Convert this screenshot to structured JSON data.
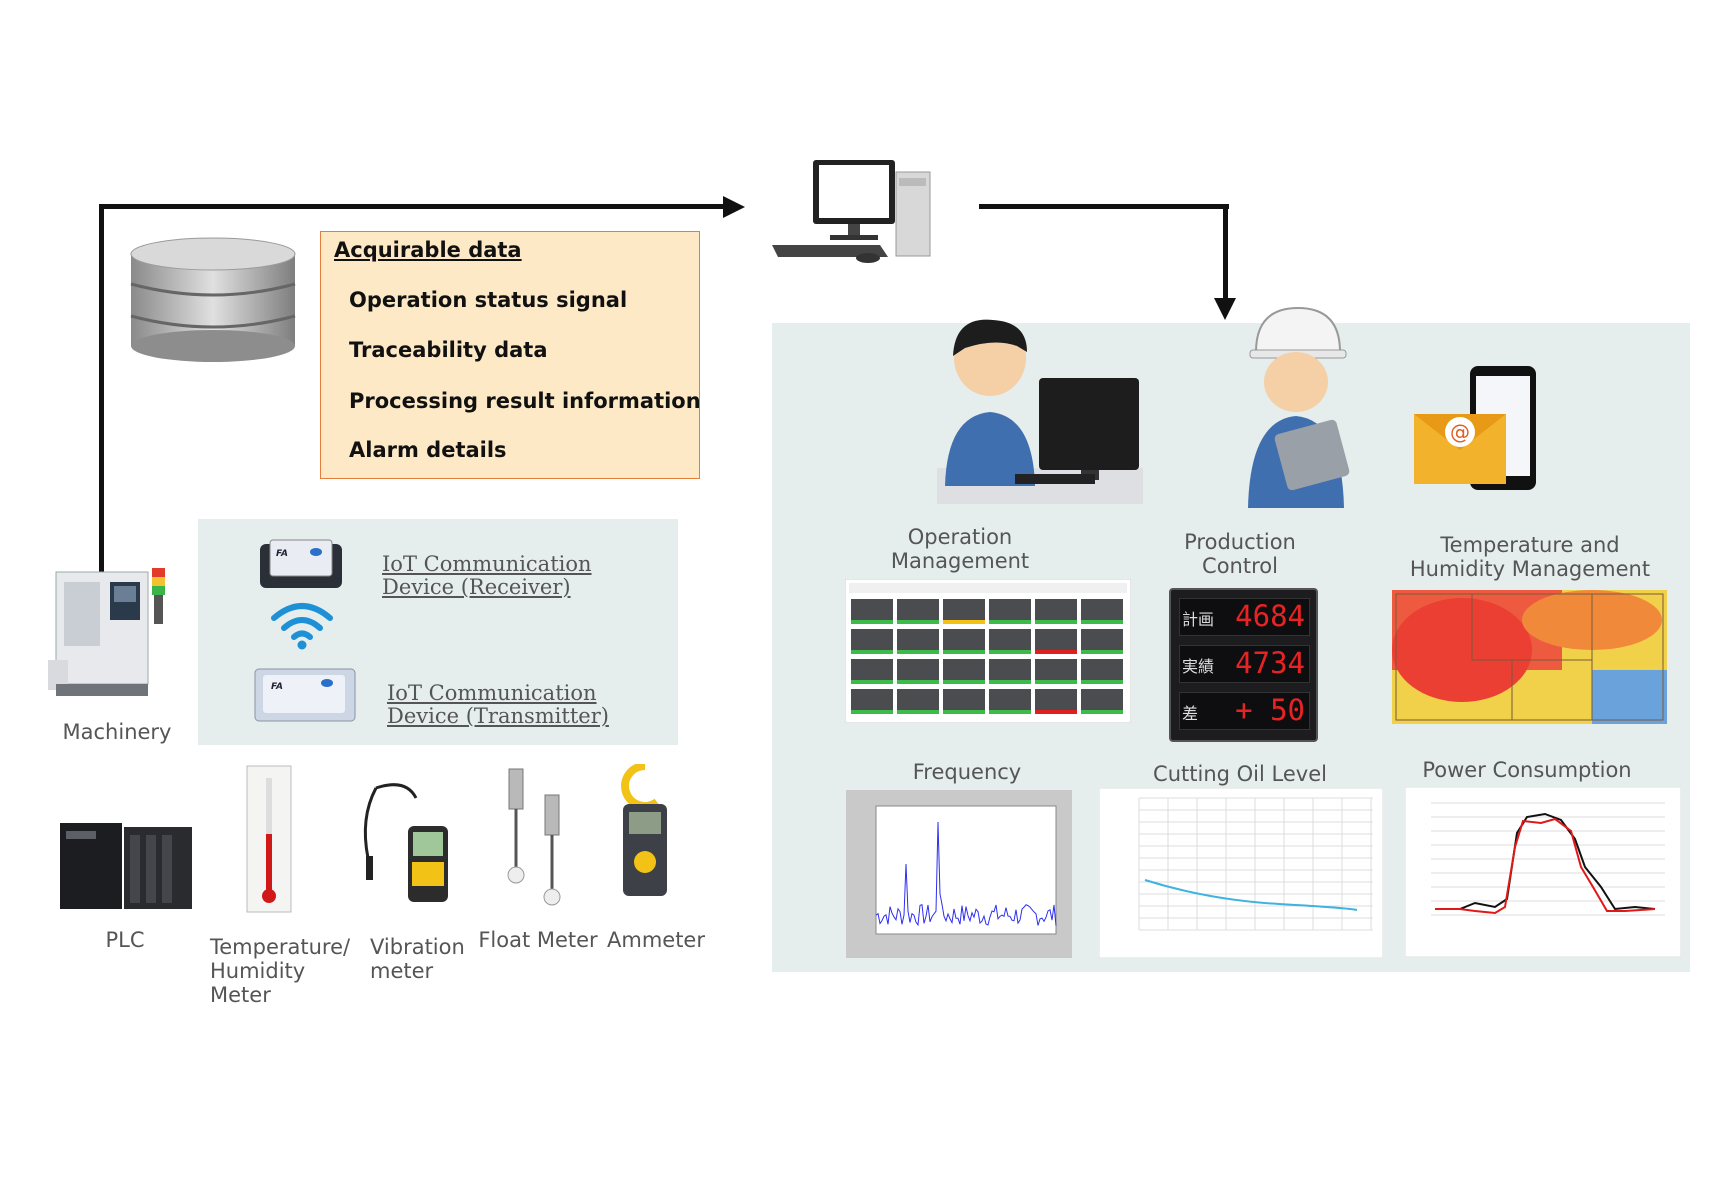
{
  "acquirable": {
    "title": "Acquirable data",
    "items": [
      "Operation status signal",
      "Traceability data",
      "Processing result information",
      "Alarm details"
    ]
  },
  "left": {
    "receiver": [
      "IoT Communication",
      "Device (Receiver)"
    ],
    "transmitter": [
      "IoT Communication",
      "Device (Transmitter)"
    ],
    "machinery": "Machinery",
    "plc": "PLC",
    "temp_meter": [
      "Temperature/",
      "Humidity",
      "Meter"
    ],
    "vibration": [
      "Vibration",
      "meter"
    ],
    "float_meter": "Float Meter",
    "ammeter": "Ammeter"
  },
  "right": {
    "operation": [
      "Operation",
      "Management"
    ],
    "production": [
      "Production",
      "Control"
    ],
    "temp_humidity": [
      "Temperature and",
      "Humidity Management"
    ],
    "frequency": "Frequency",
    "cutting_oil": "Cutting Oil Level",
    "power": "Power Consumption"
  },
  "display_board": {
    "rows": [
      {
        "label": "計画",
        "value": "4684"
      },
      {
        "label": "実績",
        "value": "4734"
      },
      {
        "label": "差",
        "value": "+ 50"
      }
    ]
  },
  "colors": {
    "panel": "#e5eded",
    "box_fill": "#fde9c6",
    "box_border": "#e57d3d",
    "arrow": "#111111"
  }
}
